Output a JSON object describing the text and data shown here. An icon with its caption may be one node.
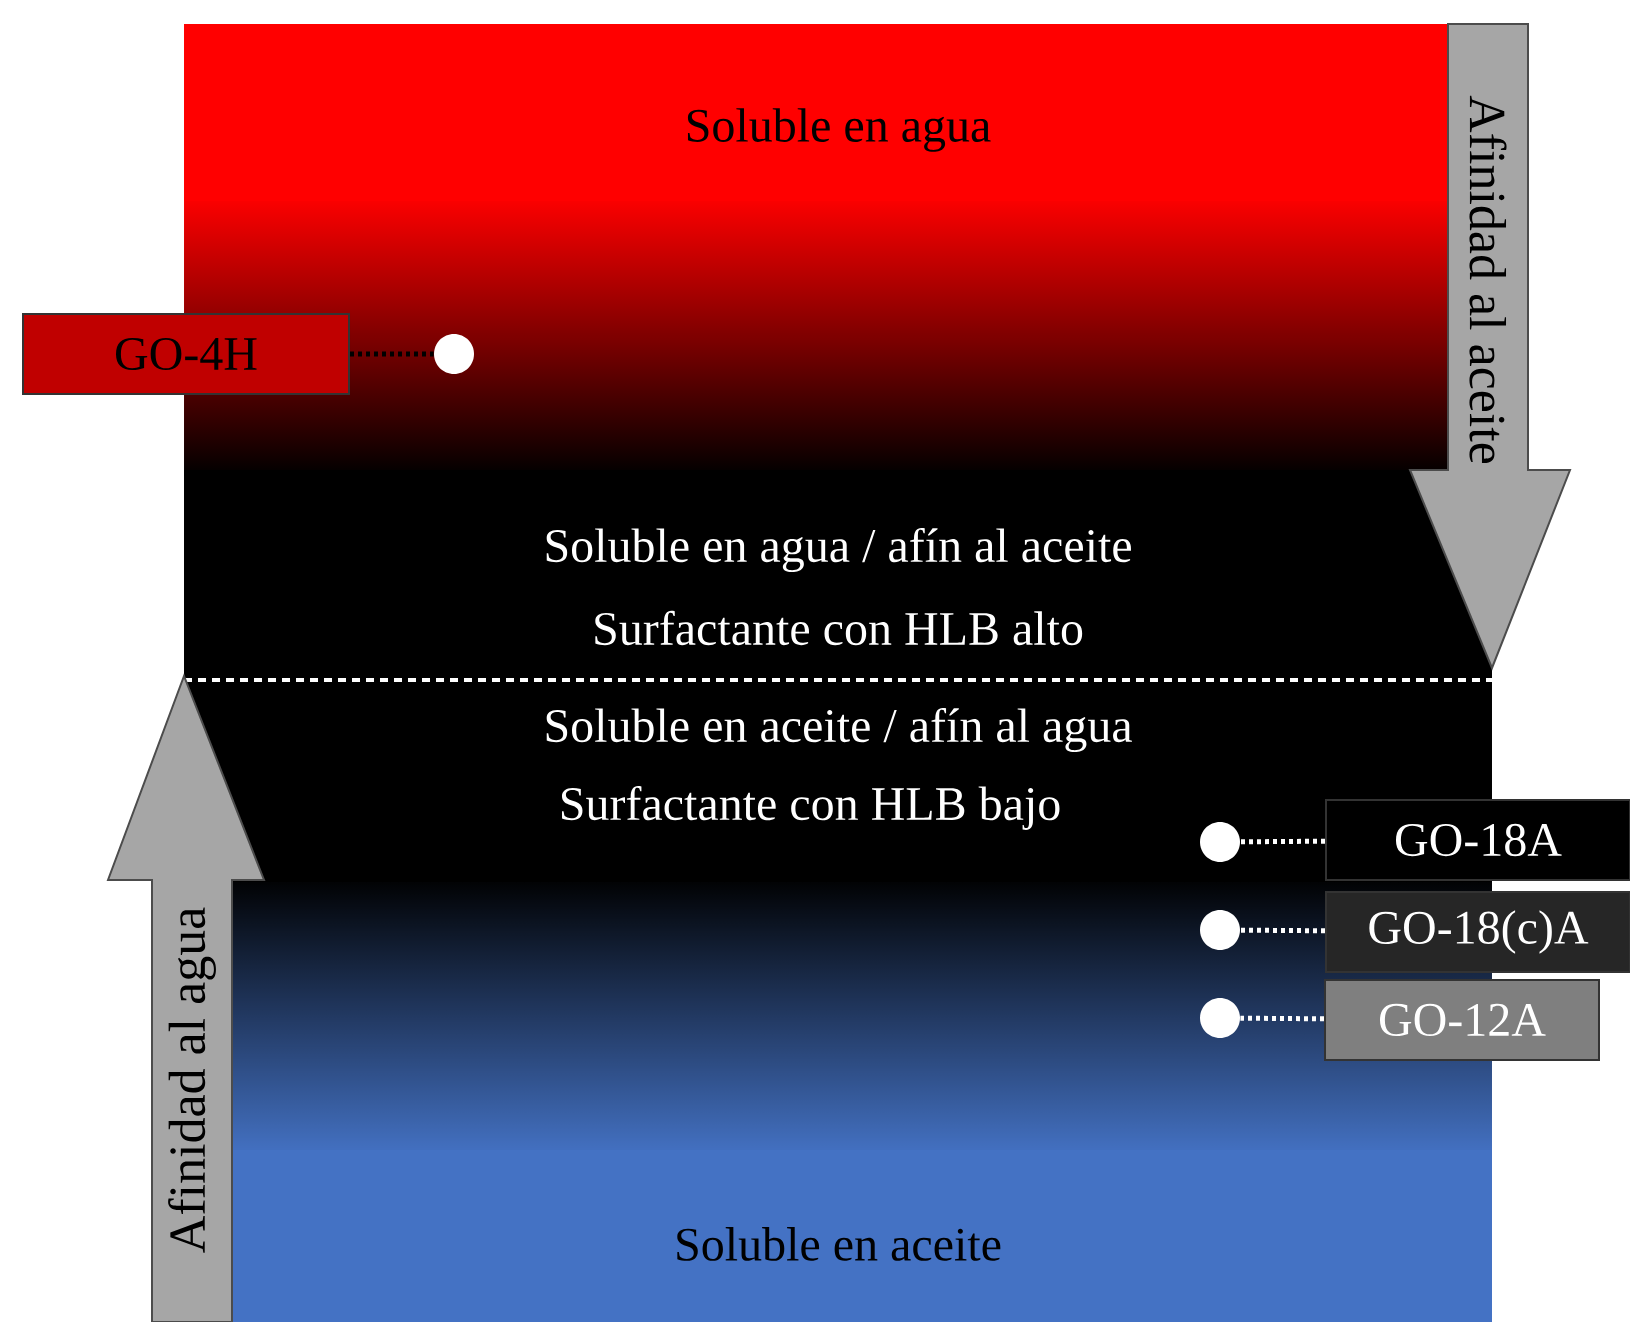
{
  "diagram": {
    "nodes": [
      {
        "text": [
          "GO-4H"
        ]
      },
      {
        "text": [],
        "shape": "circle"
      },
      {
        "text": [],
        "shape": "circle"
      },
      {
        "text": [
          "GO-18A"
        ]
      },
      {
        "text": [],
        "shape": "circle"
      },
      {
        "text": [
          "GO-18(c)A"
        ]
      },
      {
        "text": [],
        "shape": "circle"
      },
      {
        "text": [
          "GO-12A"
        ]
      }
    ],
    "edges": [
      {
        "from": 0,
        "to": 1,
        "arrow": "none",
        "color": "#000000"
      },
      {
        "from": 3,
        "to": 2,
        "arrow": "none"
      },
      {
        "from": 5,
        "to": 4,
        "arrow": "none"
      },
      {
        "from": 7,
        "to": 6,
        "arrow": "none"
      }
    ],
    "labels": [
      "Soluble en agua",
      "Afinidad al aceite",
      "Soluble en agua / afín al aceite",
      "Surfactante con HLB alto",
      "Soluble en aceite / afín al agua",
      "Surfactante con HLB bajo",
      "Afinidad al agua",
      "Soluble en aceite"
    ]
  }
}
